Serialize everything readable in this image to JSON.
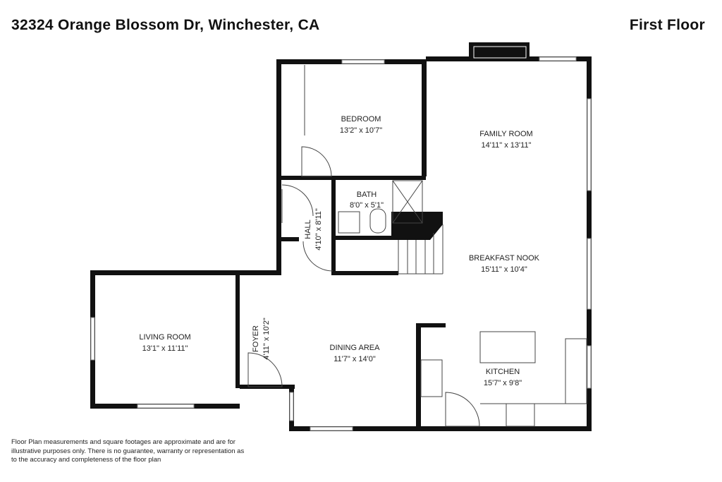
{
  "header": {
    "address": "32324 Orange Blossom Dr, Winchester, CA",
    "floor": "First Floor"
  },
  "rooms": [
    {
      "id": "bedroom",
      "name": "BEDROOM",
      "dims": "13'2\" x 10'7\""
    },
    {
      "id": "family",
      "name": "FAMILY ROOM",
      "dims": "14'11\" x 13'11\""
    },
    {
      "id": "bath",
      "name": "BATH",
      "dims": "8'0\" x 5'1\""
    },
    {
      "id": "hall",
      "name": "HALL",
      "dims": "4'10\" x 8'11\""
    },
    {
      "id": "nook",
      "name": "BREAKFAST NOOK",
      "dims": "15'11\" x 10'4\""
    },
    {
      "id": "living",
      "name": "LIVING ROOM",
      "dims": "13'1\" x 11'11\""
    },
    {
      "id": "foyer",
      "name": "FOYER",
      "dims": "4'11\" x 10'2\""
    },
    {
      "id": "dining",
      "name": "DINING AREA",
      "dims": "11'7\" x 14'0\""
    },
    {
      "id": "kitchen",
      "name": "KITCHEN",
      "dims": "15'7\" x 9'8\""
    }
  ],
  "disclaimer": "Floor Plan measurements and square footages are approximate and are for illustrative purposes only. There is no guarantee, warranty or representation as to the accuracy and completeness of the floor plan"
}
